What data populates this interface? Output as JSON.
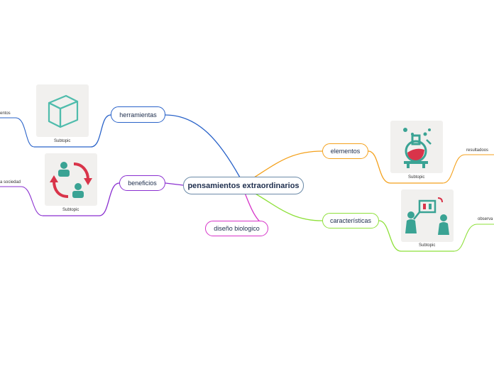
{
  "central": {
    "label": "pensamientos extraordinarios"
  },
  "topics": {
    "herramientas": "herramientas",
    "beneficios": "beneficios",
    "elementos": "elementos",
    "caracteristicas": "características",
    "diseno": "diseño biologico"
  },
  "subtopics": {
    "herramientas": "Subtopic",
    "beneficios": "Subtopic",
    "elementos": "Subtopic",
    "caracteristicas": "Subtopic"
  },
  "leaves": {
    "herramientas_leaf": "entos",
    "beneficios_leaf": "a sociedad",
    "elementos_leaf": "resultadoos",
    "caracteristicas_leaf": "observa"
  },
  "colors": {
    "herramientas": "#2a63c9",
    "beneficios": "#8a2fd0",
    "elementos": "#f4a11c",
    "caracteristicas": "#8ee03a",
    "diseno": "#d633c8",
    "central_border": "#6b8aa8",
    "icon_teal": "#3aa394",
    "icon_red": "#d9344a"
  },
  "icons": {
    "herramientas": "cube-icon",
    "beneficios": "people-cycle-icon",
    "elementos": "flask-icon",
    "caracteristicas": "presentation-icon"
  }
}
